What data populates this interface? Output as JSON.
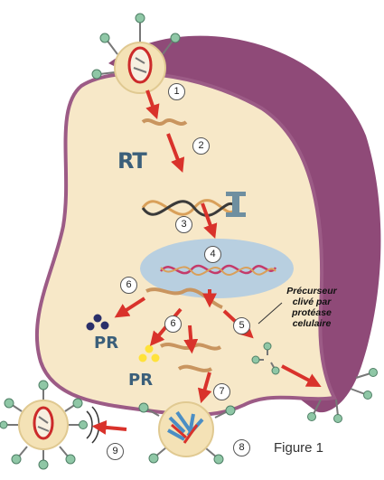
{
  "figure_caption": "Figure 1",
  "steps": [
    "1",
    "2",
    "3",
    "4",
    "5",
    "6",
    "6",
    "7",
    "8",
    "9"
  ],
  "labels": {
    "rt": "RT",
    "pr_top": "PR",
    "pr_bottom": "PR",
    "note_line1": "Précurseur",
    "note_line2": "clivé par",
    "note_line3": "protéase",
    "note_line4": "celulaire"
  },
  "colors": {
    "cell_membrane": "#8f4a78",
    "cytoplasm": "#f7e8c8",
    "nucleus": "#b8cfe0",
    "arrow": "#d9322b",
    "rna": "#c9955f",
    "virion": "#f4e2b6",
    "spike": "#8fc7a6"
  }
}
